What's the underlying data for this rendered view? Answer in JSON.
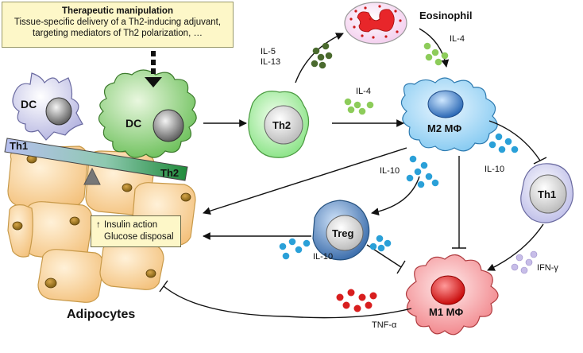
{
  "therapy_box": {
    "title": "Therapeutic manipulation",
    "line1": "Tissue-specific delivery of a Th2-inducing adjuvant,",
    "line2": "targeting mediators of Th2 polarization, …"
  },
  "insulin_box": {
    "arrow": "↑",
    "line1": "Insulin action",
    "line2": "Glucose disposal"
  },
  "labels": {
    "adipocytes": "Adipocytes",
    "eosinophil": "Eosinophil",
    "dc_left": "DC",
    "dc_right": "DC",
    "balance_th1": "Th1",
    "balance_th2": "Th2",
    "th2_cell": "Th2",
    "m2": "M2 MΦ",
    "m1": "M1 MΦ",
    "treg": "Treg",
    "th1_cell": "Th1"
  },
  "cytokines": {
    "il5": "IL-5",
    "il13": "IL-13",
    "il4_eos": "IL-4",
    "il4_th2": "IL-4",
    "il10_m2_left": "IL-10",
    "il10_m2_right": "IL-10",
    "il10_treg": "IL-10",
    "ifng": "IFN-γ",
    "tnfa": "TNF-α"
  },
  "colors": {
    "dot_dark_green": "#4a6a2e",
    "dot_light_green": "#8dcc5a",
    "dot_blue": "#2aa0d8",
    "dot_lavender": "#c7bde8",
    "dot_red": "#d81e1e",
    "box_fill": "#fdf7c8"
  }
}
